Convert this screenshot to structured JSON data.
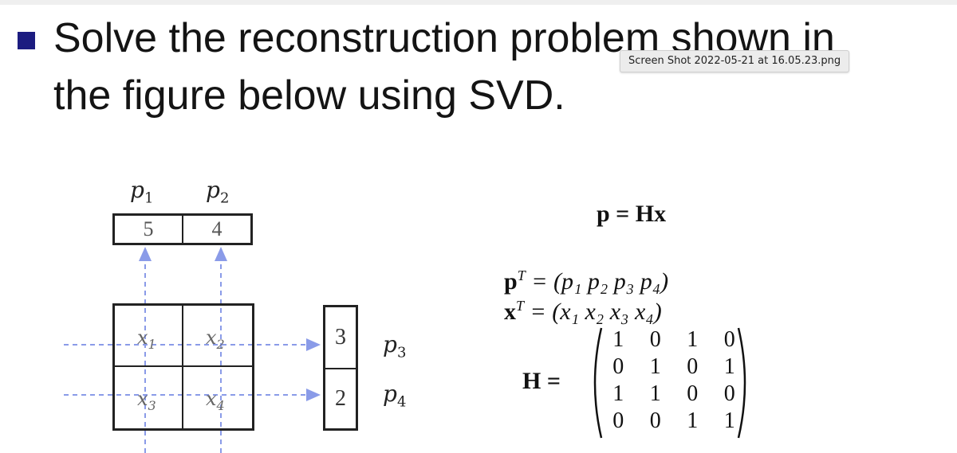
{
  "slide": {
    "heading_line1": "Solve the reconstruction problem shown in",
    "heading_line2": "the figure below using SVD.",
    "tooltip": "Screen Shot 2022-05-21 at 16.05.23.png"
  },
  "figure": {
    "top_labels": [
      {
        "base": "p",
        "sub": "1"
      },
      {
        "base": "p",
        "sub": "2"
      }
    ],
    "top_values": [
      "5",
      "4"
    ],
    "side_labels": [
      {
        "base": "p",
        "sub": "3"
      },
      {
        "base": "p",
        "sub": "4"
      }
    ],
    "side_values": [
      "3",
      "2"
    ],
    "cells": [
      {
        "base": "x",
        "sub": "1"
      },
      {
        "base": "x",
        "sub": "2"
      },
      {
        "base": "x",
        "sub": "3"
      },
      {
        "base": "x",
        "sub": "4"
      }
    ]
  },
  "equations": {
    "main": "p = Hx",
    "p_lhs": "p",
    "p_sup": "T",
    "p_rhs": "= (p₁   p₂   p₃   p₄)",
    "x_lhs": "x",
    "x_sup": "T",
    "x_rhs": "= (x₁   x₂   x₃   x₄)",
    "h_lhs": "H =",
    "h_matrix": [
      [
        "1",
        "0",
        "1",
        "0"
      ],
      [
        "0",
        "1",
        "0",
        "1"
      ],
      [
        "1",
        "1",
        "0",
        "0"
      ],
      [
        "0",
        "0",
        "1",
        "1"
      ]
    ]
  },
  "colors": {
    "bullet": "#1c1c80",
    "arrows": "#8a9be8"
  }
}
